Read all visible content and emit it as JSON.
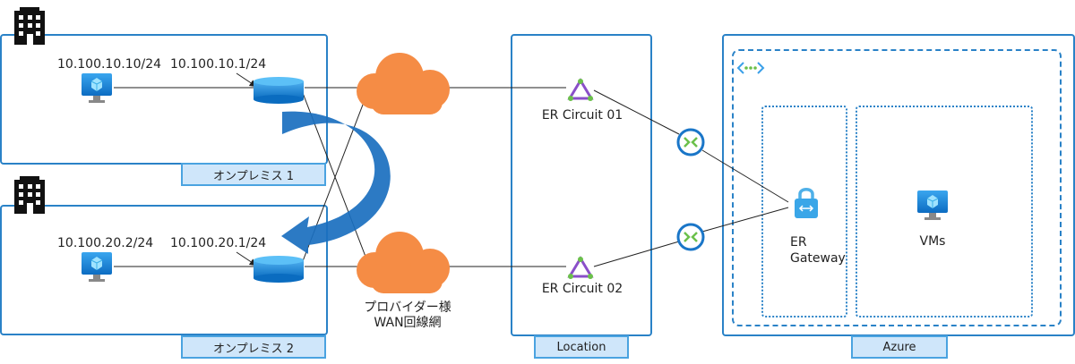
{
  "onprem1": {
    "label": "オンプレミス 1",
    "host_ip": "10.100.10.10/24",
    "router_ip": "10.100.10.1/24"
  },
  "onprem2": {
    "label": "オンプレミス 2",
    "host_ip": "10.100.20.2/24",
    "router_ip": "10.100.20.1/24"
  },
  "provider": {
    "line1": "プロバイダー様",
    "line2": "WAN回線網"
  },
  "location": {
    "label": "Location",
    "circuit1": "ER Circuit 01",
    "circuit2": "ER Circuit 02"
  },
  "azure": {
    "label": "Azure",
    "gateway_line1": "ER",
    "gateway_line2": "Gateway",
    "vms": "VMs"
  },
  "icons": {
    "building": "building-icon",
    "monitor": "vm-monitor-icon",
    "router": "router-icon",
    "cloud": "cloud-icon",
    "circuit": "er-circuit-icon",
    "connection": "connection-icon",
    "vnet": "vnet-icon",
    "gateway": "gateway-lock-icon",
    "failover": "failover-arrow-icon"
  },
  "colors": {
    "border": "#2a82c7",
    "tag_fill": "#cfe6fa",
    "cloud": "#f58c45",
    "arrow": "#1a6fbf",
    "circuit": "#8a4fc9"
  }
}
